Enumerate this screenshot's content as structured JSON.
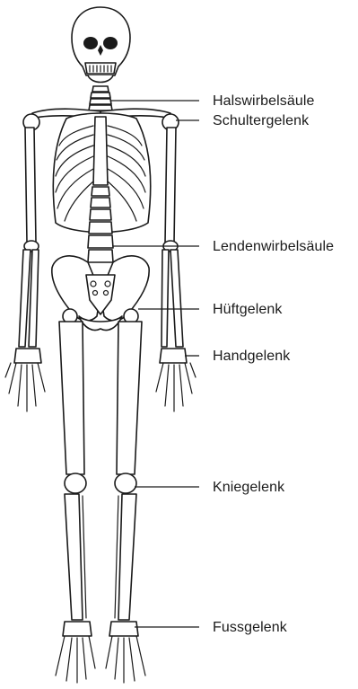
{
  "labels": {
    "halswirbelsaeule": "Halswirbelsäule",
    "schultergelenk": "Schultergelenk",
    "lendenwirbelsaeule": "Lendenwirbelsäule",
    "hueftgelenk": "Hüftgelenk",
    "handgelenk": "Handgelenk",
    "kniegelenk": "Kniegelenk",
    "fussgelenk": "Fussgelenk"
  },
  "colors": {
    "ink": "#1a1a1a",
    "paper": "#ffffff"
  }
}
